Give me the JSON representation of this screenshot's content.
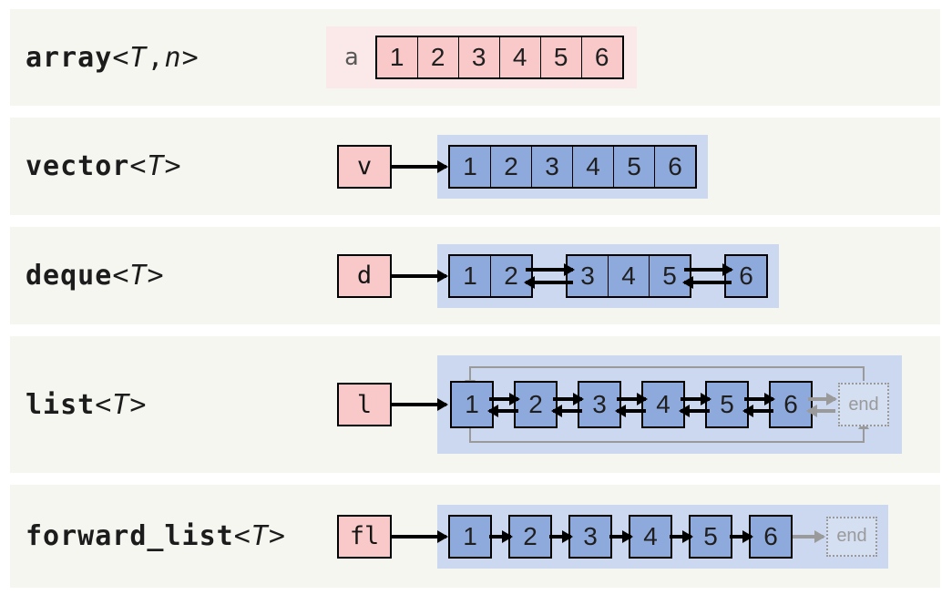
{
  "colors": {
    "band": "#F6F6F1",
    "pink_panel": "#FBE9E9",
    "pink_cell": "#F9C9C9",
    "blue_panel": "#CBD8EF",
    "blue_cell": "#8EA9DB",
    "arrow_black": "#000000",
    "arrow_gray": "#9A9A9A"
  },
  "rows": [
    {
      "label": {
        "name": "array",
        "open": "<",
        "p1": "T",
        "sep": ",",
        "p2": "n",
        "close": ">"
      },
      "pointer": "a",
      "cells": [
        "1",
        "2",
        "3",
        "4",
        "5",
        "6"
      ]
    },
    {
      "label": {
        "name": "vector",
        "open": "<",
        "p1": "T",
        "sep": "",
        "p2": "",
        "close": ">"
      },
      "pointer": "v",
      "cells": [
        "1",
        "2",
        "3",
        "4",
        "5",
        "6"
      ]
    },
    {
      "label": {
        "name": "deque",
        "open": "<",
        "p1": "T",
        "sep": "",
        "p2": "",
        "close": ">"
      },
      "pointer": "d",
      "chunks": [
        [
          "1",
          "2"
        ],
        [
          "3",
          "4",
          "5"
        ],
        [
          "6"
        ]
      ]
    },
    {
      "label": {
        "name": "list",
        "open": "<",
        "p1": "T",
        "sep": "",
        "p2": "",
        "close": ">"
      },
      "pointer": "l",
      "nodes": [
        "1",
        "2",
        "3",
        "4",
        "5",
        "6"
      ],
      "end_label": "end"
    },
    {
      "label": {
        "name": "forward_list",
        "open": "<",
        "p1": "T",
        "sep": "",
        "p2": "",
        "close": ">"
      },
      "pointer": "fl",
      "nodes": [
        "1",
        "2",
        "3",
        "4",
        "5",
        "6"
      ],
      "end_label": "end"
    }
  ]
}
